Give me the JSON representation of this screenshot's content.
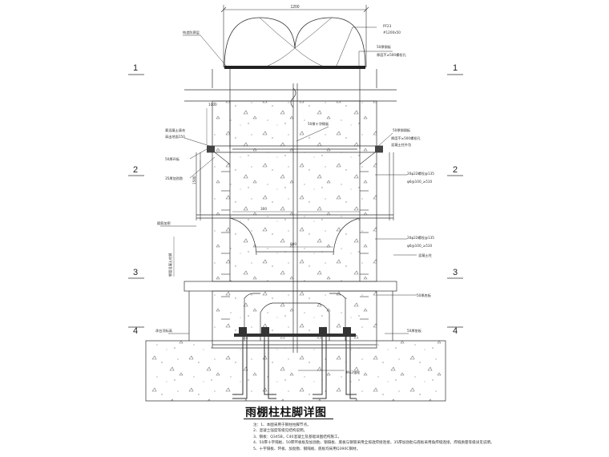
{
  "dimensions": {
    "top_width": "1200"
  },
  "section_marks": {
    "s1": "1",
    "s2": "2",
    "s3": "3",
    "s4": "4"
  },
  "labels": {
    "steel_pipe_top": "PF23",
    "pipe_spec": "#1200x50",
    "left_top": "构造防腐层",
    "tube_spec": "50厚钢板",
    "tube_note": "厚度不≥500螺栓孔",
    "mid_left_a": "素混凝土填充",
    "mid_left_b": "高出地面150",
    "center_label": "50厚十字隔板",
    "right_label_a": "50厚钢隔板",
    "right_label_b": "厚度不≥500螺栓孔",
    "right_label_c": "混凝土柱外包",
    "left_label_c": "50厚环板",
    "left_label_d": "35厚加劲肋",
    "right_rebar_a": "20φ22螺栓@135",
    "right_rebar_b": "φ6@100_≥510",
    "right_rebar_c": "20φ22螺栓@135",
    "right_rebar_d": "φ6@100_≥510",
    "right_label_e": "混凝土柱",
    "left_label_e": "箍筋加密",
    "right_label_f": "50厚底板",
    "right_label_g": "50厚垫板",
    "left_label_g": "承台顶标高",
    "anchor_label": "M42锚栓",
    "vertical_dim": "钢管混凝土柱脚",
    "dim_a": "1000",
    "dim_b": "1500",
    "dim_c": "300",
    "dim_d": "800"
  },
  "title": "雨棚柱柱脚详图",
  "notes": [
    "注：1、本图采用于钢柱柱脚节点。",
    "2、混凝土强度等级见结构说明。",
    "3、钢板：Q345B，C40混凝土及基础详图结构施工。",
    "4、50厚十字隔板、50厚环板板及加劲肋、钢隔板、底板与钢管采用全熔透焊接连接，35厚加劲肋与底板采用角焊缝连接，焊缝质量等级详见说明。",
    "5、十字隔板、环板、加劲肋、钢隔板、底板均采用Q390C钢材。"
  ]
}
